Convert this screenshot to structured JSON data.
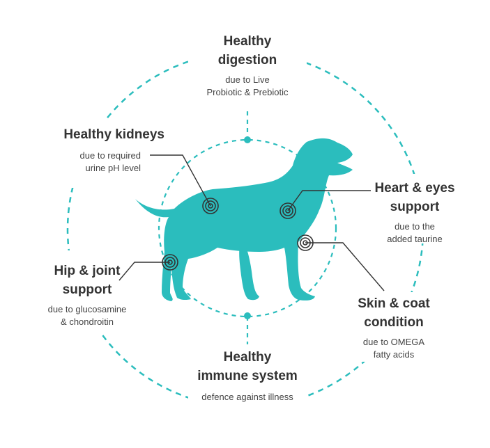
{
  "colors": {
    "accent": "#2bbdbd",
    "text": "#333333",
    "leader": "#333333"
  },
  "icons": {
    "animal": "dog-silhouette-icon",
    "marker": "concentric-target-icon"
  },
  "benefits": [
    {
      "id": "digestion",
      "title_lines": [
        "Healthy",
        "digestion"
      ],
      "sub_lines": [
        "due to Live",
        "Probiotic & Prebiotic"
      ]
    },
    {
      "id": "kidneys",
      "title_lines": [
        "Healthy kidneys"
      ],
      "sub_lines": [
        "due to required",
        "urine pH level"
      ]
    },
    {
      "id": "heart",
      "title_lines": [
        "Heart & eyes",
        "support"
      ],
      "sub_lines": [
        "due to the",
        "added taurine"
      ]
    },
    {
      "id": "hip",
      "title_lines": [
        "Hip & joint",
        "support"
      ],
      "sub_lines": [
        "due to glucosamine",
        "& chondroitin"
      ]
    },
    {
      "id": "skin",
      "title_lines": [
        "Skin & coat",
        "condition"
      ],
      "sub_lines": [
        "due to OMEGA",
        "fatty acids"
      ]
    },
    {
      "id": "immune",
      "title_lines": [
        "Healthy",
        "immune system"
      ],
      "sub_lines": [
        "defence against illness"
      ]
    }
  ]
}
